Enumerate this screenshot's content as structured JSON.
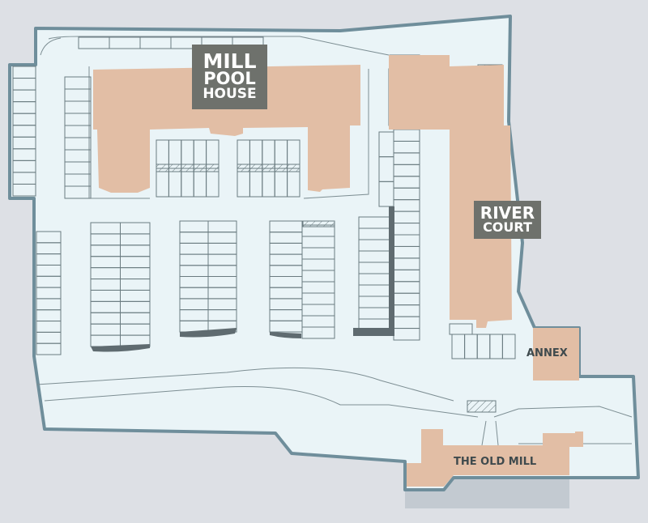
{
  "buildings": {
    "mill_pool_house": {
      "line1": "MILL",
      "line2": "POOL",
      "line3": "HOUSE"
    },
    "river_court": {
      "line1": "RIVER",
      "line2": "COURT"
    },
    "annex": {
      "label": "ANNEX"
    },
    "old_mill": {
      "label": "THE OLD MILL"
    }
  },
  "colors": {
    "background": "#dde0e5",
    "site": "#eaf4f7",
    "boundary": "#6f8e9b",
    "building": "#e2bea5",
    "label_box": "#6e716c",
    "parking_line": "#6a7b80"
  }
}
